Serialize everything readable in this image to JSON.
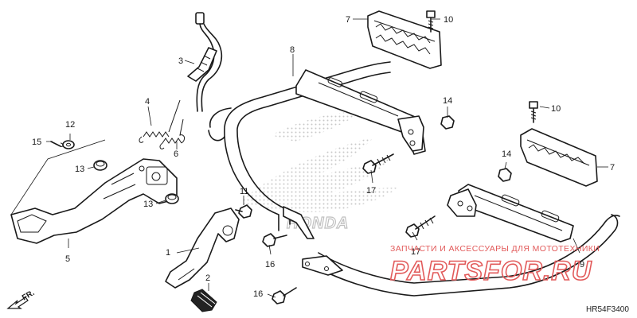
{
  "diagram": {
    "callouts": {
      "c1": "1",
      "c2": "2",
      "c3": "3",
      "c4": "4",
      "c5": "5",
      "c6": "6",
      "c7a": "7",
      "c7b": "7",
      "c8": "8",
      "c9": "9",
      "c10a": "10",
      "c10b": "10",
      "c11": "11",
      "c12": "12",
      "c13a": "13",
      "c13b": "13",
      "c14a": "14",
      "c14b": "14",
      "c15": "15",
      "c16a": "16",
      "c16b": "16",
      "c17a": "17",
      "c17b": "17"
    },
    "direction_label": "FR.",
    "diagram_code": "HR54F3400"
  },
  "watermark": {
    "caption": "ЗАПЧАСТИ И АКСЕССУАРЫ ДЛЯ МОТОТЕХНИКИ",
    "logo": "PARTSFOR.RU",
    "brand_logo": "HONDA"
  },
  "colors": {
    "ink": "#1a1a1a",
    "watermark": "#e25b5b",
    "dots": "#c8c8c8"
  }
}
